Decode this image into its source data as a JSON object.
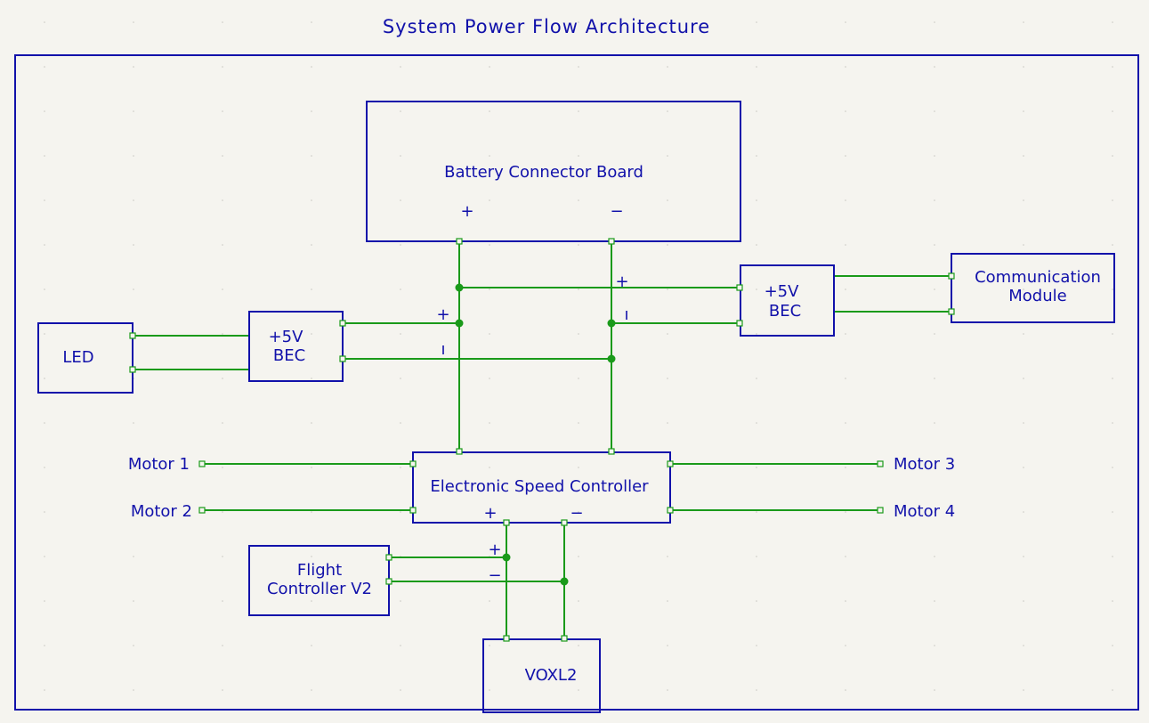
{
  "title": "System Power Flow Architecture",
  "blocks": {
    "battery": {
      "label": "Battery Connector Board",
      "plus": "+",
      "minus": "−"
    },
    "bec_right": {
      "line1": "+5V",
      "line2": "BEC"
    },
    "bec_left": {
      "line1": "+5V",
      "line2": "BEC"
    },
    "comm": {
      "line1": "Communication",
      "line2": "Module"
    },
    "led": {
      "label": "LED"
    },
    "esc": {
      "label": "Electronic Speed Controller",
      "plus": "+",
      "minus": "−"
    },
    "fc": {
      "line1": "Flight",
      "line2": "Controller V2"
    },
    "voxl": {
      "label": "VOXL2"
    }
  },
  "wire_marks": {
    "bec_right_plus": "+",
    "bec_right_minus": "ı",
    "bec_left_plus": "+",
    "bec_left_minus": "ı",
    "fc_plus": "+",
    "fc_minus": "−"
  },
  "motors": {
    "m1": "Motor 1",
    "m2": "Motor 2",
    "m3": "Motor 3",
    "m4": "Motor 4"
  },
  "colors": {
    "border": "#1111aa",
    "wire": "#1a9a1a",
    "background": "#f5f4ef"
  }
}
